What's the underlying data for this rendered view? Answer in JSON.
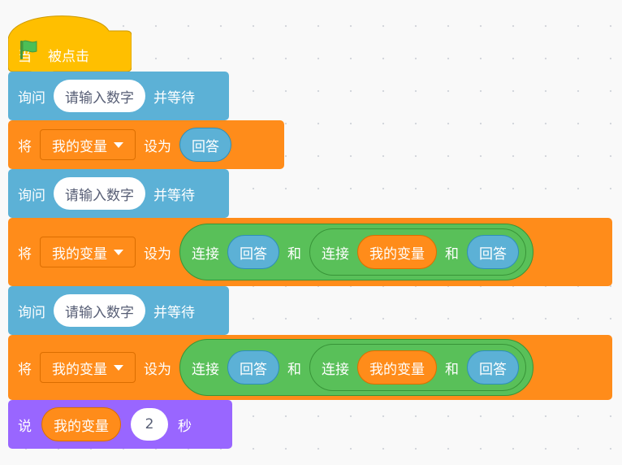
{
  "colors": {
    "events": "#ffbf00",
    "sensing": "#5cb1d6",
    "variables": "#ff8c1a",
    "operators": "#59c059",
    "looks": "#9966ff",
    "flag": "#4cbf56"
  },
  "script": {
    "hat": {
      "when": "当",
      "icon": "green-flag-icon",
      "clicked": "被点击"
    },
    "ask": {
      "label": "询问",
      "question": "请输入数字",
      "wait": "并等待"
    },
    "set": {
      "label": "将",
      "variable": "我的变量",
      "to": "设为",
      "answer": "回答"
    },
    "join": {
      "label": "连接",
      "and": "和"
    },
    "say": {
      "label": "说",
      "variable": "我的变量",
      "secs": "2",
      "unit": "秒"
    }
  }
}
